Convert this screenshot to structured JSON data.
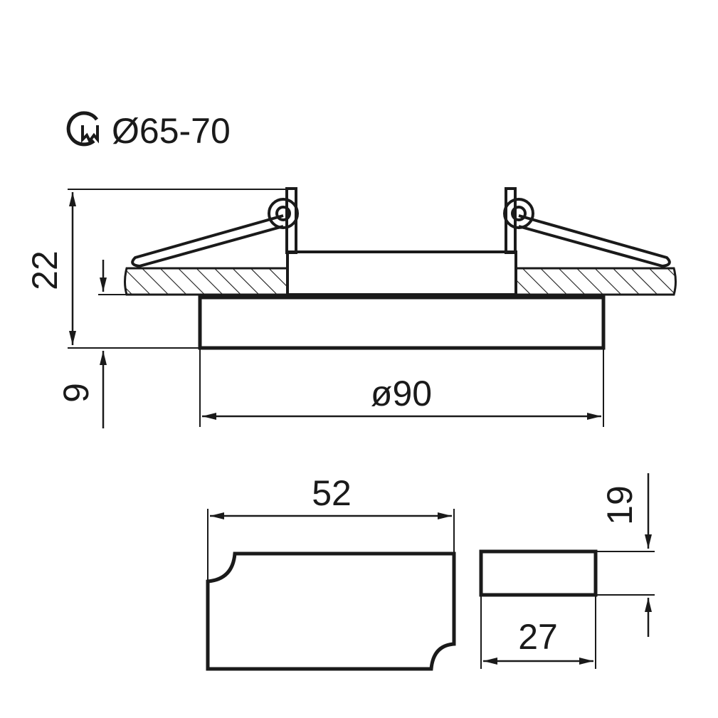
{
  "cutout": {
    "icon": "cutout-saw-icon",
    "label": "Ø65-70"
  },
  "dimensions": {
    "height_total": "22",
    "trim_height": "9",
    "outer_diameter": "ø90",
    "socket_width": "52",
    "socket_height": "19",
    "socket_depth": "27"
  },
  "colors": {
    "line": "#1a1a1a",
    "background": "#ffffff"
  }
}
